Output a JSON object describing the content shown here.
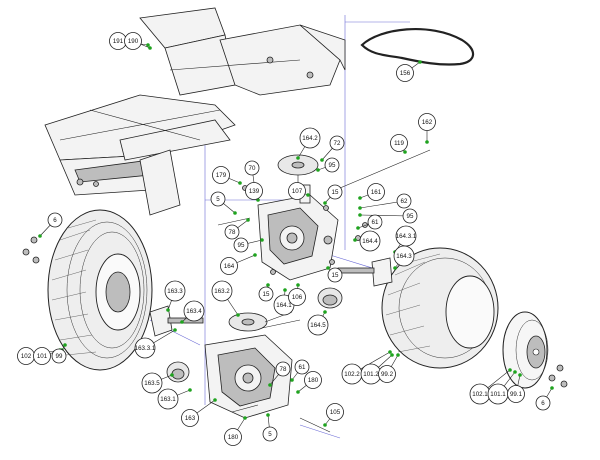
{
  "callouts": [
    {
      "id": "c191",
      "label": "191"
    },
    {
      "id": "c190",
      "label": "190"
    },
    {
      "id": "c156",
      "label": "156"
    },
    {
      "id": "c162",
      "label": "162"
    },
    {
      "id": "c119",
      "label": "119"
    },
    {
      "id": "c1642",
      "label": "164.2"
    },
    {
      "id": "c72",
      "label": "72"
    },
    {
      "id": "c95a",
      "label": "95"
    },
    {
      "id": "c107",
      "label": "107"
    },
    {
      "id": "c15a",
      "label": "15"
    },
    {
      "id": "c179",
      "label": "179"
    },
    {
      "id": "c70",
      "label": "70"
    },
    {
      "id": "c139",
      "label": "139"
    },
    {
      "id": "c5a",
      "label": "5"
    },
    {
      "id": "c78a",
      "label": "78"
    },
    {
      "id": "c95b",
      "label": "95"
    },
    {
      "id": "c164",
      "label": "164"
    },
    {
      "id": "c15b",
      "label": "15"
    },
    {
      "id": "c1641",
      "label": "164.1"
    },
    {
      "id": "c106",
      "label": "106"
    },
    {
      "id": "c1645",
      "label": "164.5"
    },
    {
      "id": "c1632",
      "label": "163.2"
    },
    {
      "id": "c161",
      "label": "161"
    },
    {
      "id": "c62",
      "label": "62"
    },
    {
      "id": "c95c",
      "label": "95"
    },
    {
      "id": "c61a",
      "label": "61"
    },
    {
      "id": "c1644",
      "label": "164.4"
    },
    {
      "id": "c1643a",
      "label": "164.3.1"
    },
    {
      "id": "c1643b",
      "label": "164.3"
    },
    {
      "id": "c15c",
      "label": "15"
    },
    {
      "id": "c6a",
      "label": "6"
    },
    {
      "id": "c102a",
      "label": "102"
    },
    {
      "id": "c101a",
      "label": "101"
    },
    {
      "id": "c99a",
      "label": "99"
    },
    {
      "id": "c1633",
      "label": "163.3"
    },
    {
      "id": "c1634",
      "label": "163.4"
    },
    {
      "id": "c16331",
      "label": "163.3.1"
    },
    {
      "id": "c1635",
      "label": "163.5"
    },
    {
      "id": "c1631",
      "label": "163.1"
    },
    {
      "id": "c163",
      "label": "163"
    },
    {
      "id": "c78b",
      "label": "78"
    },
    {
      "id": "c61b",
      "label": "61"
    },
    {
      "id": "c180a",
      "label": "180"
    },
    {
      "id": "c105",
      "label": "105"
    },
    {
      "id": "c180b",
      "label": "180"
    },
    {
      "id": "c5b",
      "label": "5"
    },
    {
      "id": "c1022",
      "label": "102.2"
    },
    {
      "id": "c1012",
      "label": "101.2"
    },
    {
      "id": "c992",
      "label": "99.2"
    },
    {
      "id": "c1021",
      "label": "102.1"
    },
    {
      "id": "c1011",
      "label": "101.1"
    },
    {
      "id": "c991",
      "label": "99.1"
    },
    {
      "id": "c6b",
      "label": "6"
    }
  ]
}
